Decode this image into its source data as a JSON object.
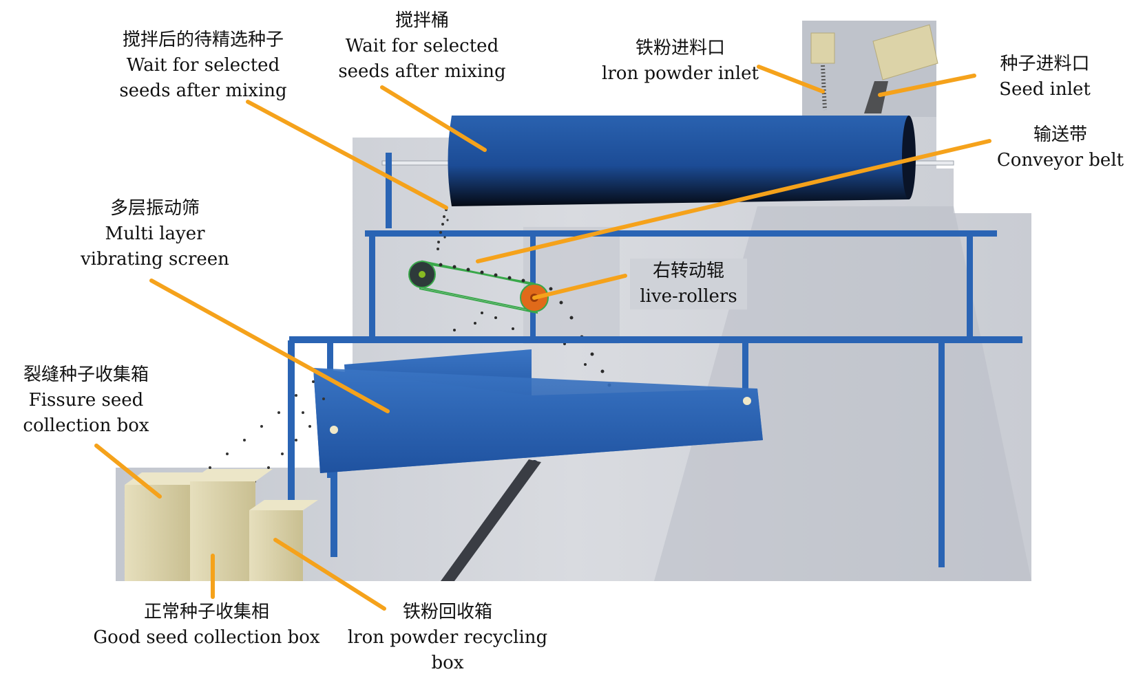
{
  "labels": {
    "stirred_seeds": {
      "zh": "搅拌后的待精选种子",
      "en1": "Wait for selected",
      "en2": "seeds after mixing"
    },
    "mixing_bucket": {
      "zh": "搅拌桶",
      "en1": "Wait for selected",
      "en2": "seeds after mixing"
    },
    "iron_inlet": {
      "zh": "铁粉进料口",
      "en1": "lron powder inlet"
    },
    "seed_inlet": {
      "zh": "种子进料口",
      "en1": "Seed inlet"
    },
    "conveyor": {
      "zh": "输送带",
      "en1": "Conveyor belt"
    },
    "vibrating": {
      "zh": "多层振动筛",
      "en1": "Multi layer",
      "en2": "vibrating screen"
    },
    "rollers": {
      "zh": "右转动辊",
      "en1": "live-rollers"
    },
    "fissure": {
      "zh": "裂缝种子收集箱",
      "en1": "Fissure seed",
      "en2": "collection box"
    },
    "good": {
      "zh": "正常种子收集相",
      "en1": "Good seed collection box"
    },
    "iron_box": {
      "zh": "铁粉回收箱",
      "en1": "lron powder recycling box"
    }
  },
  "colors": {
    "frame_blue": "#2a64b4",
    "drum_blue": "#1f4f9a",
    "background_grey": "#cfd2d8",
    "leader_orange": "#f5a21b",
    "box_beige": "#dcd3a8",
    "roller_orange": "#e06a1a",
    "belt_green": "#39a84a"
  }
}
